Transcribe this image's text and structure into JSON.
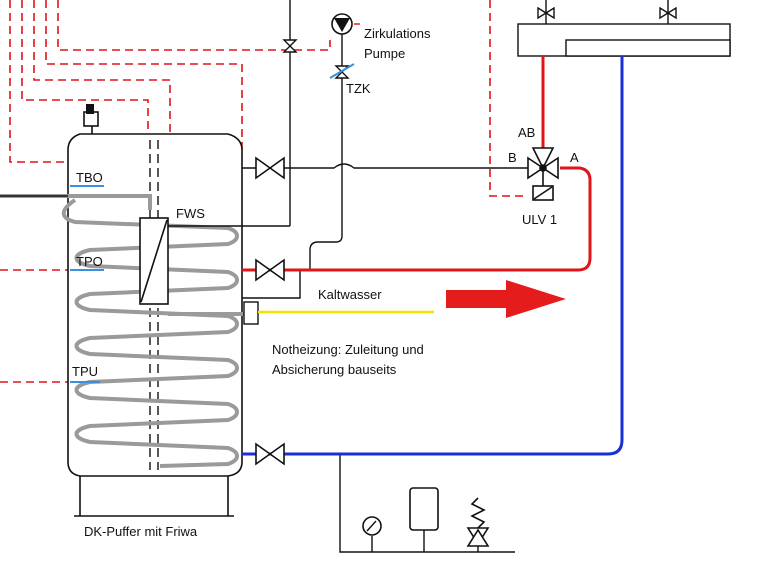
{
  "labels": {
    "pump": "Zirkulations",
    "pump_line2": "Pumpe",
    "tzk": "TZK",
    "ab": "AB",
    "b": "B",
    "a": "A",
    "ulv": "ULV 1",
    "tbo": "TBO",
    "fws": "FWS",
    "tpo": "TPO",
    "kaltwasser": "Kaltwasser",
    "notheizung_line1": "Notheizung: Zuleitung und",
    "notheizung_line2": "Absicherung bauseits",
    "tpu": "TPU",
    "tank_caption": "DK-Puffer mit Friwa"
  },
  "colors": {
    "line": "#111111",
    "hot": "#e0141a",
    "cold": "#1b2fd6",
    "dashed": "#e0141a",
    "yellow": "#f2e600",
    "sensor": "#3b8fe0",
    "coil": "#9a9a9a",
    "arrow": "#e41c1c"
  }
}
